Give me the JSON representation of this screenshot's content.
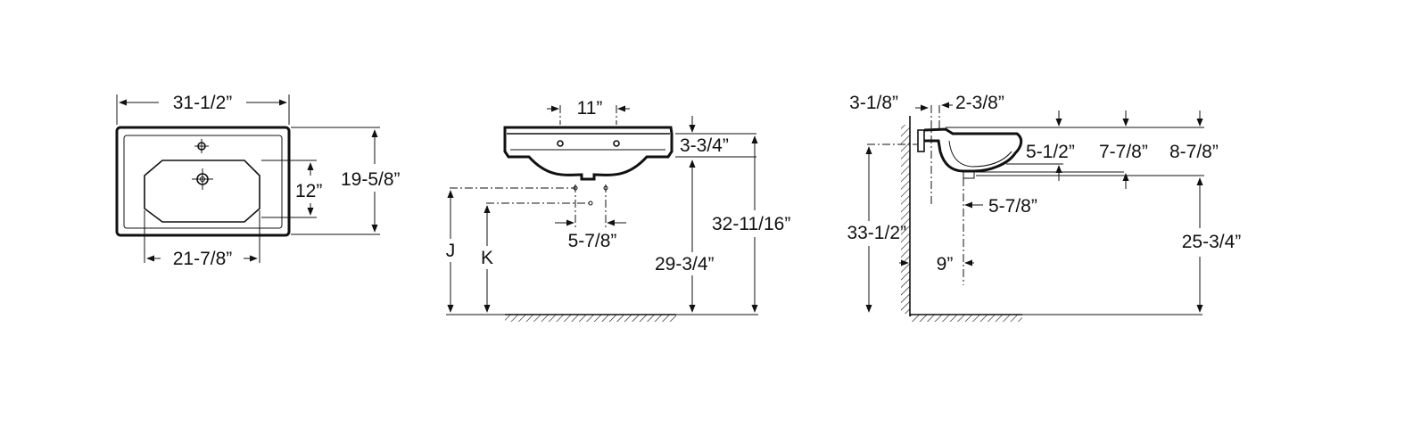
{
  "top_view": {
    "overall_width": "31-1/2”",
    "overall_depth": "19-5/8”",
    "bowl_depth": "12”",
    "bowl_width": "21-7/8”"
  },
  "front_view": {
    "faucet_spread": "11”",
    "rim_height": "3-3/4”",
    "drain_offset": "5-7/8”",
    "height_to_top": "32-11/16”",
    "height_to_base": "29-3/4”",
    "label_j": "J",
    "label_k": "K"
  },
  "side_view": {
    "wall_offset": "3-1/8”",
    "drain_offset_top": "2-3/8”",
    "bowl_depth": "5-1/2”",
    "basin_height": "7-7/8”",
    "overall_height": "8-7/8”",
    "floor_to_rim": "33-1/2”",
    "drain_from_wall": "5-7/8”",
    "supply_from_wall": "9”",
    "floor_to_bottom": "25-3/4”"
  },
  "colors": {
    "line": "#111111",
    "background": "#ffffff"
  }
}
